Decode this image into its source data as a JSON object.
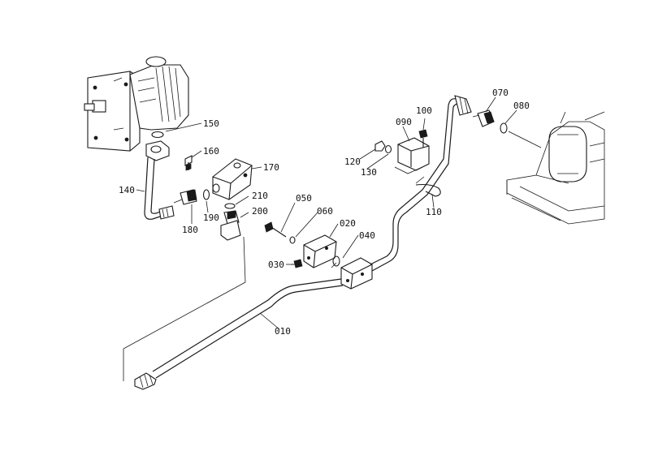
{
  "callouts": {
    "c010": "010",
    "c020": "020",
    "c030": "030",
    "c040": "040",
    "c050": "050",
    "c060": "060",
    "c070": "070",
    "c080": "080",
    "c090": "090",
    "c100": "100",
    "c110": "110",
    "c120": "120",
    "c130": "130",
    "c140": "140",
    "c150": "150",
    "c160": "160",
    "c170": "170",
    "c180": "180",
    "c190": "190",
    "c200": "200",
    "c210": "210"
  },
  "colors": {
    "ink": "#1a1a1a",
    "background": "#ffffff"
  }
}
